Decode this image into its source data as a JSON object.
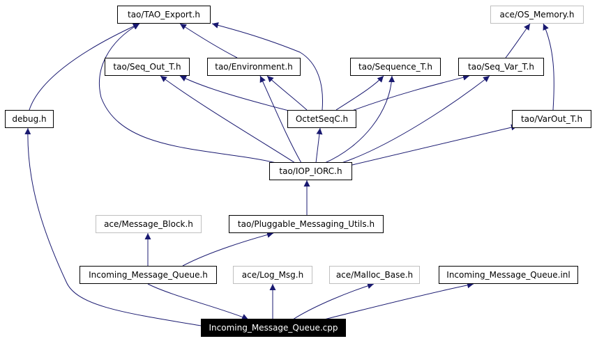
{
  "graph": {
    "nodes": [
      {
        "id": "tao_export",
        "label": "tao/TAO_Export.h",
        "style": "normal",
        "interactable": true
      },
      {
        "id": "os_memory",
        "label": "ace/OS_Memory.h",
        "style": "external",
        "interactable": false
      },
      {
        "id": "seq_out",
        "label": "tao/Seq_Out_T.h",
        "style": "normal",
        "interactable": true
      },
      {
        "id": "environment",
        "label": "tao/Environment.h",
        "style": "normal",
        "interactable": true
      },
      {
        "id": "sequence_t",
        "label": "tao/Sequence_T.h",
        "style": "normal",
        "interactable": true
      },
      {
        "id": "seq_var",
        "label": "tao/Seq_Var_T.h",
        "style": "normal",
        "interactable": true
      },
      {
        "id": "debug",
        "label": "debug.h",
        "style": "normal",
        "interactable": true
      },
      {
        "id": "octetseq",
        "label": "OctetSeqC.h",
        "style": "normal",
        "interactable": true
      },
      {
        "id": "varout",
        "label": "tao/VarOut_T.h",
        "style": "normal",
        "interactable": true
      },
      {
        "id": "iop_iorc",
        "label": "tao/IOP_IORC.h",
        "style": "normal",
        "interactable": true
      },
      {
        "id": "message_block",
        "label": "ace/Message_Block.h",
        "style": "external",
        "interactable": false
      },
      {
        "id": "pluggable",
        "label": "tao/Pluggable_Messaging_Utils.h",
        "style": "normal",
        "interactable": true
      },
      {
        "id": "incoming_h",
        "label": "Incoming_Message_Queue.h",
        "style": "normal",
        "interactable": true
      },
      {
        "id": "log_msg",
        "label": "ace/Log_Msg.h",
        "style": "external",
        "interactable": false
      },
      {
        "id": "malloc_base",
        "label": "ace/Malloc_Base.h",
        "style": "external",
        "interactable": false
      },
      {
        "id": "incoming_inl",
        "label": "Incoming_Message_Queue.inl",
        "style": "normal",
        "interactable": true
      },
      {
        "id": "root",
        "label": "Incoming_Message_Queue.cpp",
        "style": "root",
        "interactable": false
      }
    ],
    "edges": [
      {
        "from": "incoming_h",
        "to": "root"
      },
      {
        "from": "log_msg",
        "to": "root"
      },
      {
        "from": "malloc_base",
        "to": "root"
      },
      {
        "from": "incoming_inl",
        "to": "root"
      },
      {
        "from": "debug",
        "to": "root"
      },
      {
        "from": "message_block",
        "to": "incoming_h"
      },
      {
        "from": "pluggable",
        "to": "incoming_h"
      },
      {
        "from": "iop_iorc",
        "to": "pluggable"
      },
      {
        "from": "tao_export",
        "to": "iop_iorc"
      },
      {
        "from": "seq_out",
        "to": "iop_iorc"
      },
      {
        "from": "environment",
        "to": "iop_iorc"
      },
      {
        "from": "octetseq",
        "to": "iop_iorc"
      },
      {
        "from": "sequence_t",
        "to": "iop_iorc"
      },
      {
        "from": "seq_var",
        "to": "iop_iorc"
      },
      {
        "from": "varout",
        "to": "iop_iorc"
      },
      {
        "from": "tao_export",
        "to": "debug"
      },
      {
        "from": "tao_export",
        "to": "environment"
      },
      {
        "from": "tao_export",
        "to": "octetseq"
      },
      {
        "from": "seq_out",
        "to": "octetseq"
      },
      {
        "from": "environment",
        "to": "octetseq"
      },
      {
        "from": "sequence_t",
        "to": "octetseq"
      },
      {
        "from": "seq_var",
        "to": "octetseq"
      },
      {
        "from": "os_memory",
        "to": "seq_var"
      },
      {
        "from": "os_memory",
        "to": "varout"
      }
    ]
  }
}
